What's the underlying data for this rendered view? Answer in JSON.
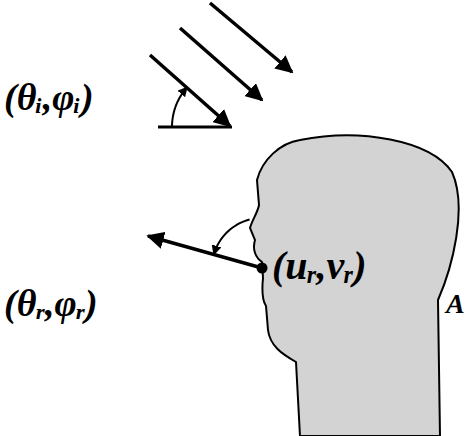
{
  "diagram": {
    "labels": [
      "(θᵢ,φᵢ)",
      "(uᵣ,vᵣ)",
      "(θᵣ,φᵣ)",
      "A"
    ]
  }
}
